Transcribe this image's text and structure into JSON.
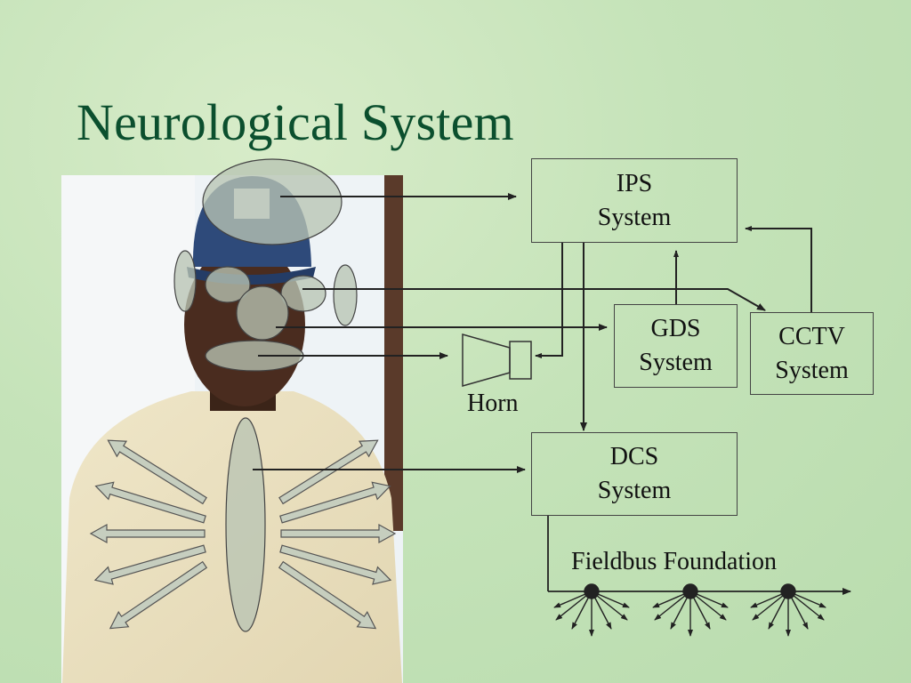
{
  "slide": {
    "title": "Neurological System"
  },
  "systems": {
    "ips": {
      "line1": "IPS",
      "line2": "System"
    },
    "gds": {
      "line1": "GDS",
      "line2": "System"
    },
    "cctv": {
      "line1": "CCTV",
      "line2": "System"
    },
    "dcs": {
      "line1": "DCS",
      "line2": "System"
    }
  },
  "labels": {
    "horn": "Horn",
    "fieldbus": "Fieldbus Foundation"
  },
  "colors": {
    "title": "#0b4f2e",
    "background": "#c5e3b9",
    "overlay": "#b8c4b4",
    "line": "#222222"
  }
}
